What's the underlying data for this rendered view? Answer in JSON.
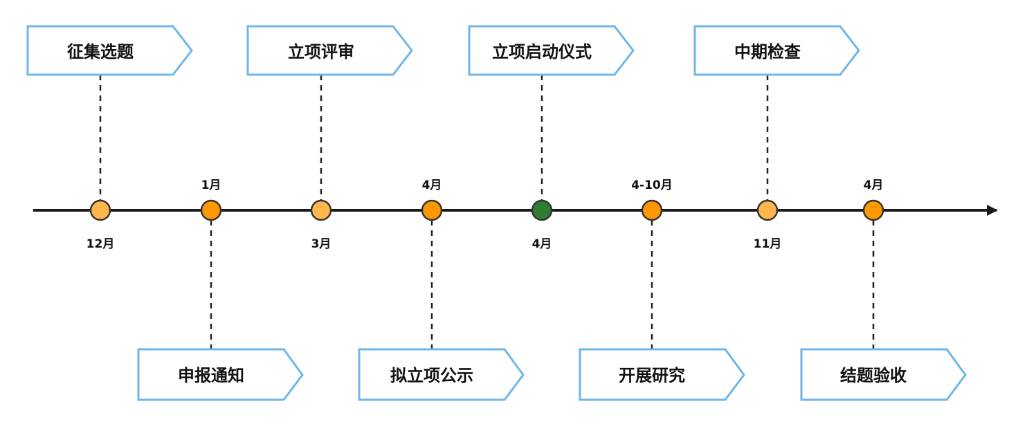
{
  "timeline": {
    "colors": {
      "box_border": "#6fb6e8",
      "axis": "#1a1a1a",
      "connector": "#222222",
      "node_light": "#ffb74d",
      "node_dark": "#ff9800",
      "node_green": "#2e7d32",
      "node_stroke": "#333333",
      "highlight_text": "#e74c3c",
      "text": "#111111"
    },
    "milestones": [
      {
        "id": "m1",
        "label": "征集选题",
        "date": "12月",
        "date_highlight": false,
        "node_color": "light"
      },
      {
        "id": "m2",
        "label": "申报通知",
        "date": "1月",
        "date_highlight": false,
        "node_color": "dark"
      },
      {
        "id": "m3",
        "label": "立项评审",
        "date": "3月",
        "date_highlight": false,
        "node_color": "light"
      },
      {
        "id": "m4",
        "label": "拟立项公示",
        "date": "4月",
        "date_highlight": false,
        "node_color": "dark"
      },
      {
        "id": "m5",
        "label": "立项启动仪式",
        "date": "4月",
        "date_highlight": true,
        "node_color": "green"
      },
      {
        "id": "m6",
        "label": "开展研究",
        "date": "4-10月",
        "date_highlight": false,
        "node_color": "dark"
      },
      {
        "id": "m7",
        "label": "中期检查",
        "date": "11月",
        "date_highlight": false,
        "node_color": "light"
      },
      {
        "id": "m8",
        "label": "结题验收",
        "date": "4月",
        "date_highlight": true,
        "node_color": "dark"
      }
    ]
  }
}
